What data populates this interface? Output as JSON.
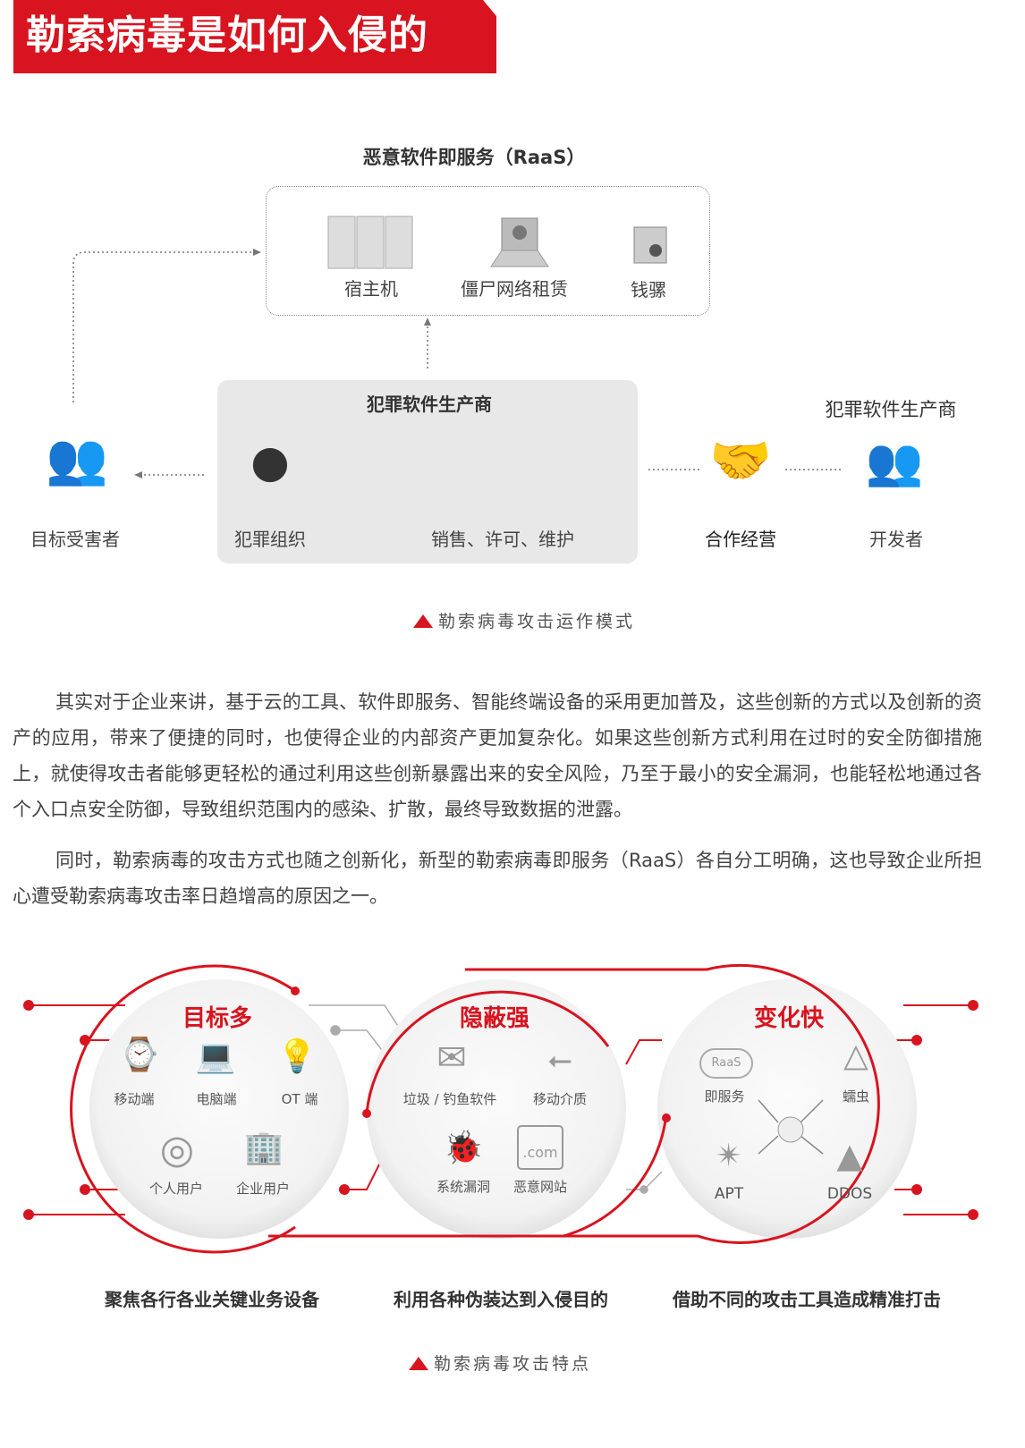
{
  "title": "勒索病毒是如何入侵的",
  "diagram1": {
    "raas_title": "恶意软件即服务（RaaS）",
    "raas_items": [
      "宿主机",
      "僵尸网络租赁",
      "钱骡"
    ],
    "producer_box_title": "犯罪软件生产商",
    "victims": "目标受害者",
    "org": "犯罪组织",
    "sales": "销售、许可、维护",
    "coop": "合作经营",
    "right_title": "犯罪软件生产商",
    "developer": "开发者",
    "caption": "勒索病毒攻击运作模式"
  },
  "paragraphs": [
    "其实对于企业来讲，基于云的工具、软件即服务、智能终端设备的采用更加普及，这些创新的方式以及创新的资产的应用，带来了便捷的同时，也使得企业的内部资产更加复杂化。如果这些创新方式利用在过时的安全防御措施上，就使得攻击者能够更轻松的通过利用这些创新暴露出来的安全风险，乃至于最小的安全漏洞，也能轻松地通过各个入口点安全防御，导致组织范围内的感染、扩散，最终导致数据的泄露。",
    "同时，勒索病毒的攻击方式也随之创新化，新型的勒索病毒即服务（RaaS）各自分工明确，这也导致企业所担心遭受勒索病毒攻击率日趋增高的原因之一。"
  ],
  "features": [
    {
      "title": "目标多",
      "items": [
        "移动端",
        "电脑端",
        "OT 端",
        "个人用户",
        "企业用户"
      ],
      "caption": "聚焦各行各业关键业务设备"
    },
    {
      "title": "隐蔽强",
      "items": [
        "垃圾 / 钓鱼软件",
        "移动介质",
        "系统漏洞",
        "恶意网站"
      ],
      "icon_texts": [
        ".com"
      ],
      "caption": "利用各种伪装达到入侵目的"
    },
    {
      "title": "变化快",
      "items": [
        "即服务",
        "蠕虫",
        "APT",
        "DDOS"
      ],
      "icon_texts": [
        "RaaS"
      ],
      "caption": "借助不同的攻击工具造成精准打击"
    }
  ],
  "caption2": "勒索病毒攻击特点",
  "colors": {
    "accent": "#d7141f"
  }
}
